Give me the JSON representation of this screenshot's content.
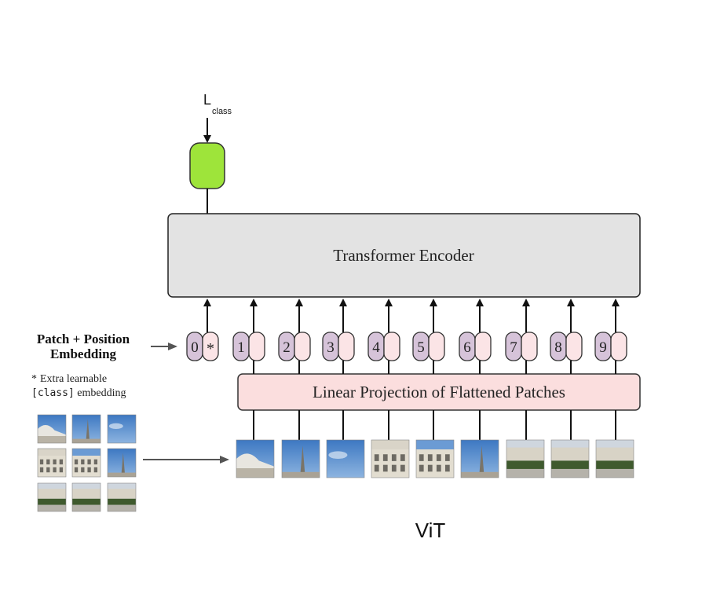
{
  "loss": {
    "symbol": "L",
    "subscript": "class"
  },
  "encoder": {
    "label": "Transformer Encoder"
  },
  "projection": {
    "label": "Linear Projection of Flattened Patches"
  },
  "embedding_label": {
    "line1": "Patch + Position",
    "line2": "Embedding"
  },
  "note": {
    "star": "*",
    "line1": "Extra learnable",
    "code": "[class]",
    "line2_rest": " embedding"
  },
  "tokens": [
    {
      "index": "0",
      "mark": "*"
    },
    {
      "index": "1"
    },
    {
      "index": "2"
    },
    {
      "index": "3"
    },
    {
      "index": "4"
    },
    {
      "index": "5"
    },
    {
      "index": "6"
    },
    {
      "index": "7"
    },
    {
      "index": "8"
    },
    {
      "index": "9"
    }
  ],
  "caption": "ViT",
  "colors": {
    "head": "#9ee43a",
    "encoder_fill": "#e3e3e3",
    "projection_fill": "#fbdede",
    "position_fill": "#d6c3d9",
    "patch_fill": "#fbe4e6",
    "sky": "#4a84c8"
  }
}
